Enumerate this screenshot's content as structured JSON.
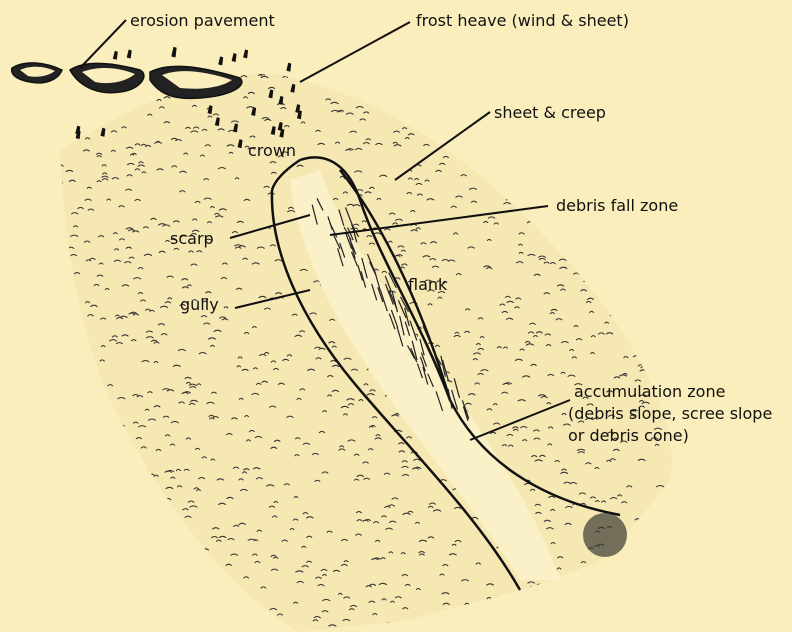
{
  "colors": {
    "background": "#faeebd",
    "ink": "#111111",
    "gully_fill": "#fbf1c8"
  },
  "labels": {
    "erosion_pavement": "erosion pavement",
    "frost_heave": "frost heave (wind & sheet)",
    "sheet_creep": "sheet & creep",
    "crown": "crown",
    "debris_fall_zone": "debris fall zone",
    "scarp": "scarp",
    "flank": "flank",
    "gully": "gully",
    "accumulation_zone_line1": "accumulation zone",
    "accumulation_zone_line2": "(debris slope, scree slope",
    "accumulation_zone_line3": "or debris cone)"
  }
}
